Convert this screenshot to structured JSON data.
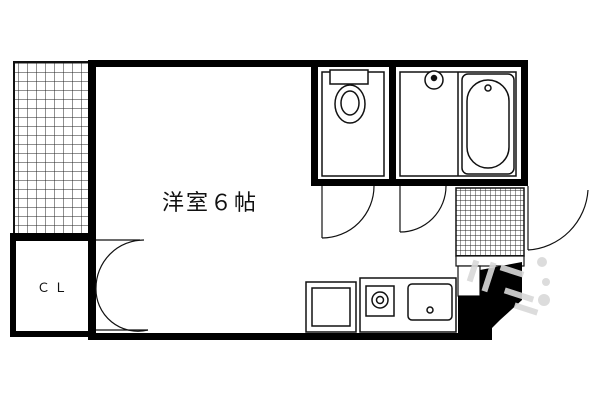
{
  "floor_plan": {
    "rooms": {
      "western_room": {
        "label": "洋室６帖"
      },
      "closet": {
        "label": "ＣＬ"
      }
    },
    "fixtures": [
      "balcony",
      "toilet",
      "bathtub",
      "sink",
      "kitchen-sink",
      "stove",
      "refrigerator-space",
      "washer-area",
      "entrance"
    ],
    "colors": {
      "wall": "#000000",
      "line": "#111111",
      "background": "#ffffff",
      "watermark": "#d9d9d9"
    }
  }
}
